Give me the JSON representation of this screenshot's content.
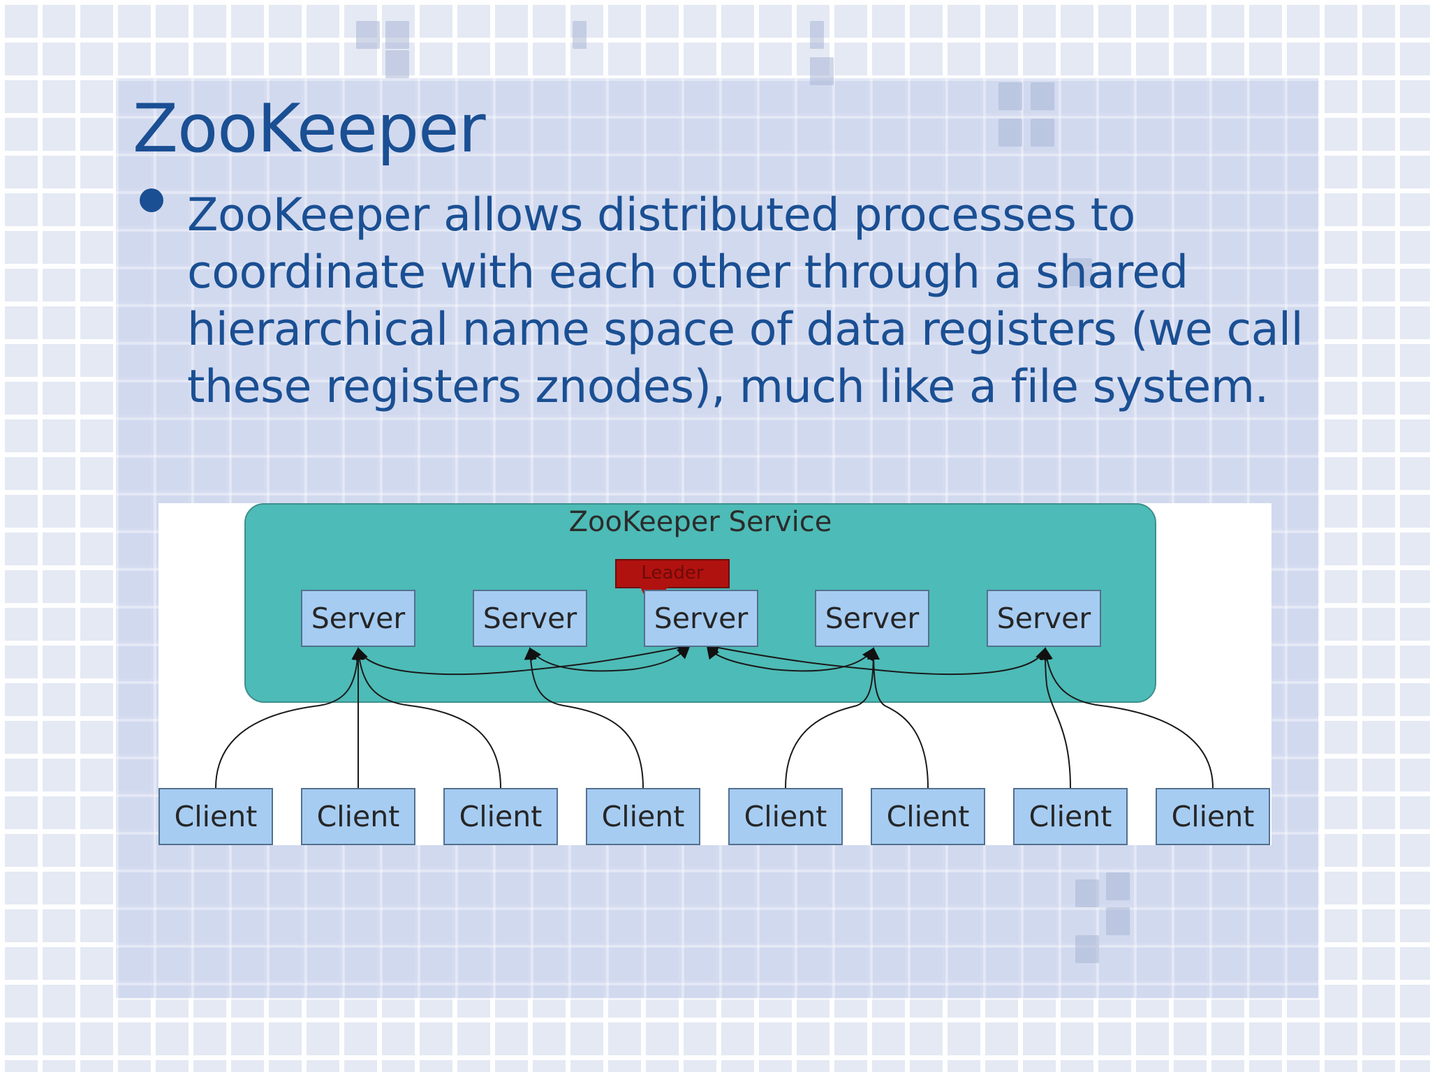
{
  "slide": {
    "title": "ZooKeeper",
    "bullet": "ZooKeeper allows distributed processes to coordinate with each other through a shared hierarchical name space of data registers (we call these registers znodes), much like a file system."
  },
  "diagram": {
    "service_label": "ZooKeeper Service",
    "leader_label": "Leader",
    "servers": [
      "Server",
      "Server",
      "Server",
      "Server",
      "Server"
    ],
    "clients": [
      "Client",
      "Client",
      "Client",
      "Client",
      "Client",
      "Client",
      "Client",
      "Client"
    ]
  },
  "colors": {
    "title_text": "#1a4f93",
    "service_fill": "#4dbbb7",
    "box_fill": "#a6ccf2",
    "leader_fill": "#b0120f"
  }
}
